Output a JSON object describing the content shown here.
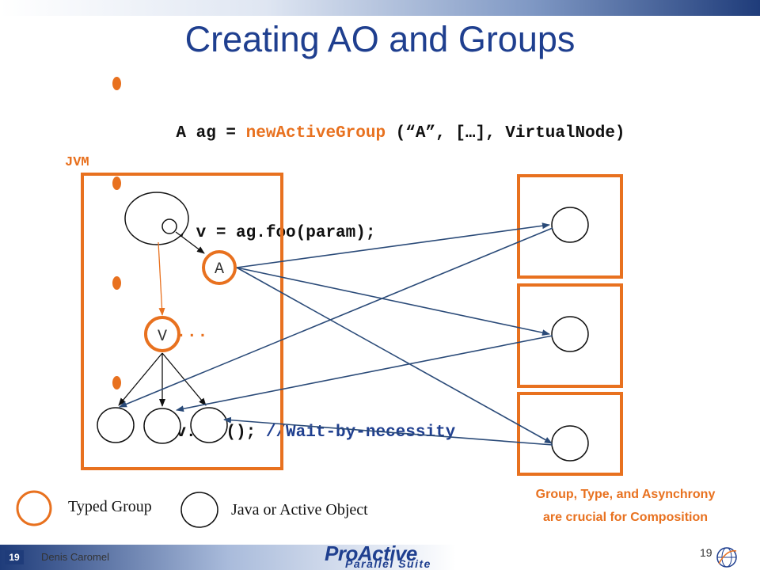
{
  "title": "Creating AO and Groups",
  "code": {
    "line1": {
      "part1": "A ag = ",
      "part2": "newActiveGroup",
      "part3": " (“A”, […], VirtualNode)"
    },
    "line2": "V v = ag.foo(param);",
    "line3": "...",
    "line4": {
      "part1": "v.bar(); ",
      "part2": "//Wait-by-necessity"
    }
  },
  "diagram": {
    "jvm_label": "JVM",
    "node_a_label": "A",
    "node_v_label": "V"
  },
  "legend": {
    "typed_group_label": "Typed Group",
    "java_object_label": "Java or Active Object"
  },
  "caption": {
    "line1": "Group, Type, and Asynchrony",
    "line2": "are crucial for Composition"
  },
  "footer": {
    "slide_number": "19",
    "author": "Denis Caromel",
    "page_number": "19",
    "logo_line1": "ProActive",
    "logo_line2": "Parallel Suite"
  },
  "colors": {
    "accent_orange": "#e8711f",
    "title_blue": "#1f3f8f",
    "arrow_blue": "#2a4a78"
  }
}
